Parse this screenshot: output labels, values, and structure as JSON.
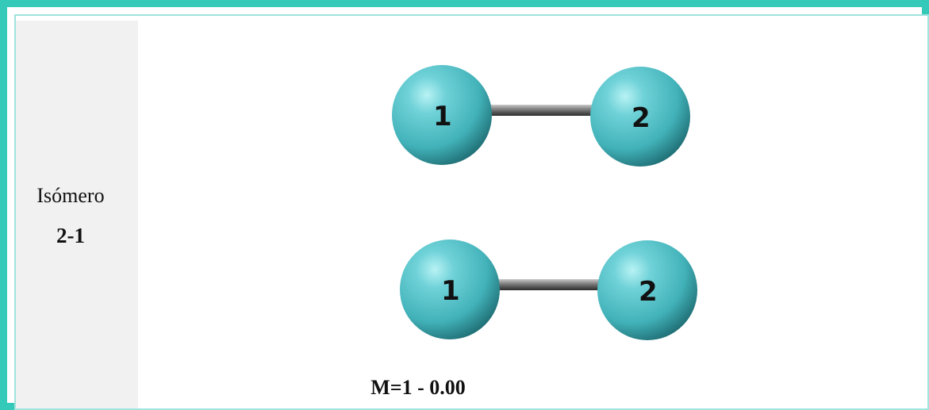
{
  "isomer": {
    "label": "Isómero",
    "id": "2-1"
  },
  "structures": [
    {
      "atoms": [
        {
          "label": "1"
        },
        {
          "label": "2"
        }
      ]
    },
    {
      "atoms": [
        {
          "label": "1"
        },
        {
          "label": "2"
        }
      ]
    }
  ],
  "caption": "M=1 - 0.00",
  "colors": {
    "frame_border": "#35c9b9",
    "atom": "#4fbfc6",
    "bond": "#7a7a7a",
    "label_panel": "#f1f1f1"
  }
}
